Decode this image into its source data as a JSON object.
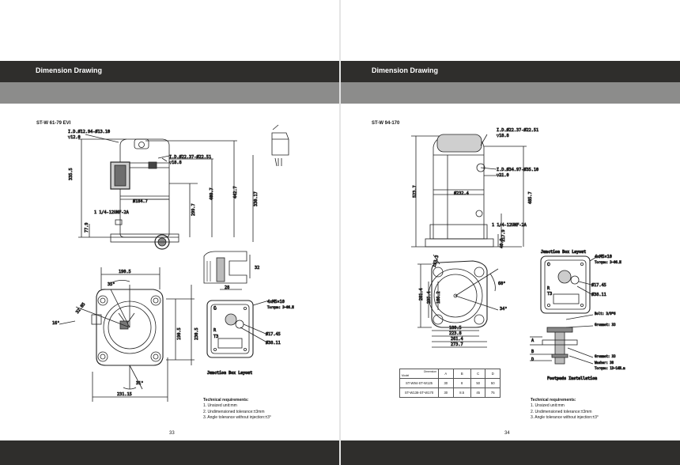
{
  "pages": [
    {
      "header": "Dimension Drawing",
      "model": "ST-W 61-79 EVI",
      "page_number": "33",
      "labels": {
        "top_conn": "I.D.Ø12.94-Ø13.10",
        "top_conn_depth": "▼12.0",
        "side_conn": "I.D.Ø22.37-Ø22.51",
        "side_conn_depth": "▼18.8",
        "inj_conn": "1 1/4-12UNF-2A",
        "d_body": "Ø184.7",
        "h_335": "335.5",
        "h_299": "299.7",
        "h_409": "409.7",
        "h_442": "442.7",
        "h_330": "330.17",
        "h_77": "77.9",
        "w_190": "190.5",
        "angle_35": "35°",
        "d_32": "32.85",
        "angle_16": "16°",
        "v_190": "190.5",
        "v_230": "230.5",
        "angle_31": "31°",
        "w_231": "231.15",
        "d_32_side": "32",
        "d_28": "28",
        "jb_screw": "4xM5×10",
        "jb_torque": "Torque: 3~06.N",
        "jb_d17": "Ø17.45",
        "jb_d38": "Ø38.11",
        "jb_c": "C",
        "jb_r": "R",
        "jb_t3": "T3",
        "jb_caption": "Junction Box Layout"
      },
      "tech_title": "Technical requirements:",
      "tech": [
        "1. Unsized unit:mm",
        "2. Undimensioned tolerance:±3mm",
        "3. Angle tolerance without injection:±3°"
      ]
    },
    {
      "header": "Dimension Drawing",
      "model": "ST-W 94-170",
      "page_number": "34",
      "labels": {
        "top_conn": "I.D.Ø22.37-Ø22.51",
        "top_conn_depth": "▼18.8",
        "side_conn": "I.D.Ø34.97-Ø35.10",
        "side_conn_depth": "▼21.0",
        "inj_conn": "1 1/4-12UNF-2A",
        "d_body": "Ø232.4",
        "h_523": "523.7",
        "h_485": "485.7",
        "h_117": "117.9",
        "h_48": "48.9",
        "d_133": "133.3",
        "h_281": "281.4",
        "h_235": "235.4",
        "h_186": "186.2",
        "w_180": "180.5",
        "w_223": "223.8",
        "w_261": "261.4",
        "w_273": "273.7",
        "angle_60": "60°",
        "angle_34": "34°",
        "jb_caption": "Junction Box Layout",
        "jb_screw": "4xM5×10",
        "jb_torque": "Torque: 3~06.N",
        "jb_d17": "Ø17.45",
        "jb_d38": "Ø38.11",
        "jb_c": "C",
        "jb_r": "R",
        "jb_t3": "T3",
        "fp_bolt": "Bolt: 3/8*6",
        "fp_grommet": "Grommet: 33",
        "fp_grommet2": "Grommet: 33",
        "fp_washer": "Washer: 38",
        "fp_torque": "Torque: 13~14N.m",
        "fp_caption": "Footpads Installation",
        "fp_a": "A",
        "fp_b": "B",
        "fp_d": "D"
      },
      "table": {
        "header_diag_top": "Dimension",
        "header_diag_bottom": "Model",
        "columns": [
          "A",
          "B",
          "C",
          "D"
        ],
        "rows": [
          {
            "model": "ST-W94-ST-W125",
            "values": [
              "30",
              "8",
              "50",
              "50"
            ]
          },
          {
            "model": "ST-W138-ST-W170",
            "values": [
              "30",
              "8.5",
              "45",
              "75"
            ]
          }
        ]
      },
      "tech_title": "Technical requirements:",
      "tech": [
        "1. Unsized unit:mm",
        "2. Undimensioned tolerance:±3mm",
        "3. Angle tolerance without injection:±3°"
      ]
    }
  ]
}
